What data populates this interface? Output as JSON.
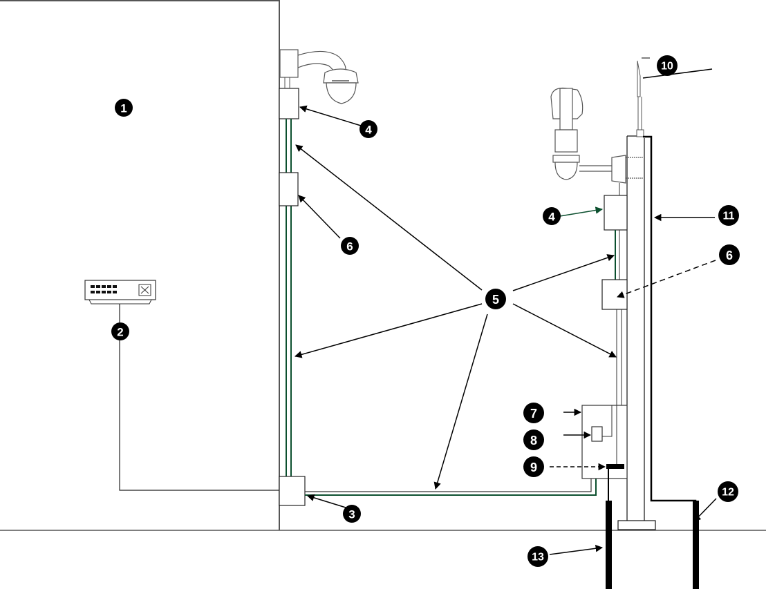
{
  "diagram": {
    "title": "Camera installation wiring diagram",
    "colors": {
      "line": "#000000",
      "wall": "#555555",
      "cable_green": "#0b4f2e",
      "badge_fill": "#000000",
      "badge_text": "#ffffff"
    },
    "callouts": [
      {
        "id": "1",
        "label": "1",
        "meaning": "building"
      },
      {
        "id": "2",
        "label": "2",
        "meaning": "network-switch"
      },
      {
        "id": "3",
        "label": "3",
        "meaning": "junction-box-wall-bottom"
      },
      {
        "id": "4a",
        "label": "4",
        "meaning": "camera-junction-box-wall"
      },
      {
        "id": "4b",
        "label": "4",
        "meaning": "camera-junction-box-pole"
      },
      {
        "id": "5",
        "label": "5",
        "meaning": "conduit-cable"
      },
      {
        "id": "6a",
        "label": "6",
        "meaning": "pull-box-wall"
      },
      {
        "id": "6b",
        "label": "6",
        "meaning": "pull-box-pole"
      },
      {
        "id": "7",
        "label": "7",
        "meaning": "enclosure"
      },
      {
        "id": "8",
        "label": "8",
        "meaning": "surge-protector"
      },
      {
        "id": "9",
        "label": "9",
        "meaning": "ground-bar"
      },
      {
        "id": "10",
        "label": "10",
        "meaning": "lightning-rod"
      },
      {
        "id": "11",
        "label": "11",
        "meaning": "down-conductor"
      },
      {
        "id": "12",
        "label": "12",
        "meaning": "ground-rod-lightning"
      },
      {
        "id": "13",
        "label": "13",
        "meaning": "ground-rod-enclosure"
      }
    ]
  }
}
